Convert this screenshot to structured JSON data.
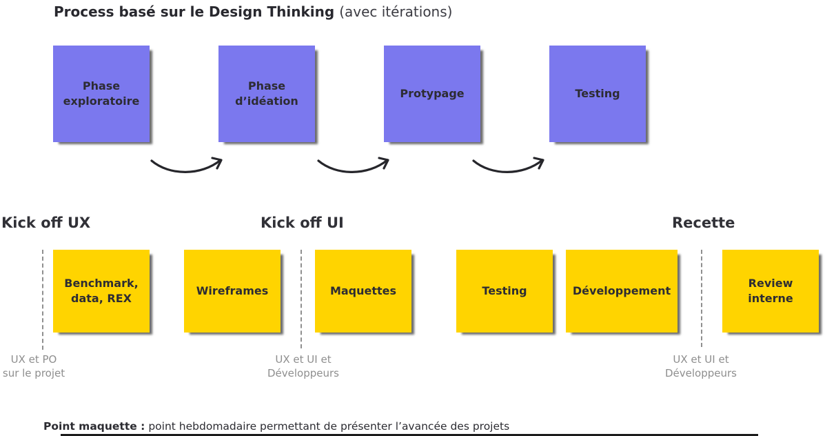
{
  "title": {
    "main": "Process basé sur le Design Thinking",
    "suffix": "(avec itérations)"
  },
  "colors": {
    "purple": "#7B78EE",
    "yellow": "#FFD400",
    "arrow": "#26262B",
    "gray": "#8E8E8E",
    "dark": "#2D2C33"
  },
  "icons": {
    "arrow": "curved-arrow-right"
  },
  "process": {
    "steps": [
      {
        "label": "Phase exploratoire"
      },
      {
        "label": "Phase d’idéation"
      },
      {
        "label": "Protypage"
      },
      {
        "label": "Testing"
      }
    ]
  },
  "milestones": [
    {
      "label": "Kick off UX"
    },
    {
      "label": "Kick off UI"
    },
    {
      "label": "Recette"
    }
  ],
  "tasks": [
    {
      "label": "Benchmark, data, REX"
    },
    {
      "label": "Wireframes"
    },
    {
      "label": "Maquettes"
    },
    {
      "label": "Testing"
    },
    {
      "label": "Développement"
    },
    {
      "label": "Review interne"
    }
  ],
  "annotations": [
    {
      "line1": "UX et PO",
      "line2": "sur le projet"
    },
    {
      "line1": "UX et UI et",
      "line2": "Développeurs"
    },
    {
      "line1": "UX et UI et",
      "line2": "Développeurs"
    }
  ],
  "footnote": {
    "bold": "Point maquette :",
    "rest": "point hebdomadaire permettant de présenter l’avancée des projets"
  }
}
